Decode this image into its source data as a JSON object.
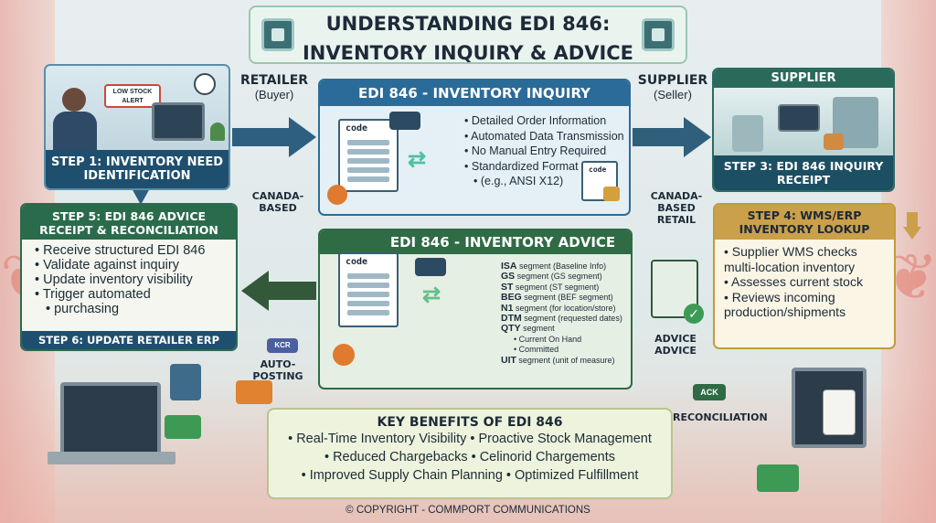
{
  "title": {
    "line1": "UNDERSTANDING EDI 846:",
    "line2": "INVENTORY INQUIRY & ADVICE"
  },
  "retailer": {
    "name": "RETAILER",
    "role": "(Buyer)"
  },
  "supplier_party": {
    "name": "SUPPLIER",
    "role": "(Seller)"
  },
  "step1": {
    "alert": "LOW STOCK ALERT",
    "label_line1": "STEP 1: INVENTORY NEED",
    "label_line2": "IDENTIFICATION"
  },
  "step5": {
    "label_line1": "STEP 5: EDI 846 ADVICE",
    "label_line2": "RECEIPT & RECONCILIATION",
    "items": [
      "Receive structured EDI 846",
      "Validate against inquiry",
      "Update inventory visibility",
      "Trigger automated",
      "purchasing"
    ]
  },
  "step6": {
    "label": "STEP 6: UPDATE RETAILER ERP"
  },
  "inquiry": {
    "title": "EDI 846 - INVENTORY INQUIRY",
    "doc_label": "code",
    "doc_label_small": "code",
    "features": [
      "Detailed Order Information",
      "Automated Data Transmission",
      "No Manual Entry Required",
      "Standardized Format",
      "(e.g., ANSI X12)"
    ]
  },
  "advice": {
    "title": "EDI 846 - INVENTORY ADVICE",
    "doc_label": "code",
    "segments": [
      {
        "code": "ISA",
        "text": " segment (Baseline Info)"
      },
      {
        "code": "GS",
        "text": " segment (GS segment)"
      },
      {
        "code": "ST",
        "text": " segment (ST segment)"
      },
      {
        "code": "BEG",
        "text": " segment (BEF segment)"
      },
      {
        "code": "N1",
        "text": " segment (for location/store)"
      },
      {
        "code": "DTM",
        "text": " segment (requested dates)"
      },
      {
        "code": "QTY",
        "text": " segment"
      }
    ],
    "qty_sub": [
      "Current On Hand",
      "Committed"
    ],
    "uit": {
      "code": "UIT",
      "text": " segment (unit of measure)"
    }
  },
  "supplier_panel": {
    "title": "SUPPLIER",
    "label_line1": "STEP 3: EDI 846 INQUIRY",
    "label_line2": "RECEIPT"
  },
  "step4": {
    "label_line1": "STEP 4: WMS/ERP",
    "label_line2": "INVENTORY LOOKUP",
    "items": [
      "Supplier WMS checks multi-location inventory",
      "Assesses current stock",
      "Reviews incoming production/shipments"
    ]
  },
  "labels": {
    "canada_based": [
      "CANADA-",
      "BASED"
    ],
    "canada_based_retail": [
      "CANADA-",
      "BASED",
      "RETAIL"
    ],
    "auto_posting": "AUTO-POSTING",
    "advice_advice": [
      "ADVICE",
      "ADVICE"
    ],
    "reconciliation": "RECONCILIATION",
    "kcr": "KCR",
    "ack": "ACK"
  },
  "benefits": {
    "title": "KEY BENEFITS OF EDI 846",
    "lines": [
      "• Real-Time Inventory Visibility • Proactive Stock Management",
      "• Reduced Chargebacks • Celinorid Chargements",
      "• Improved Supply Chain Planning • Optimized Fulfillment"
    ]
  },
  "copyright": "© COPYRIGHT - COMMPORT COMMUNICATIONS",
  "colors": {
    "inquiry": "#2a6b9a",
    "advice": "#2f6b45",
    "step4": "#caa04a",
    "navy": "#1e4f6e"
  }
}
